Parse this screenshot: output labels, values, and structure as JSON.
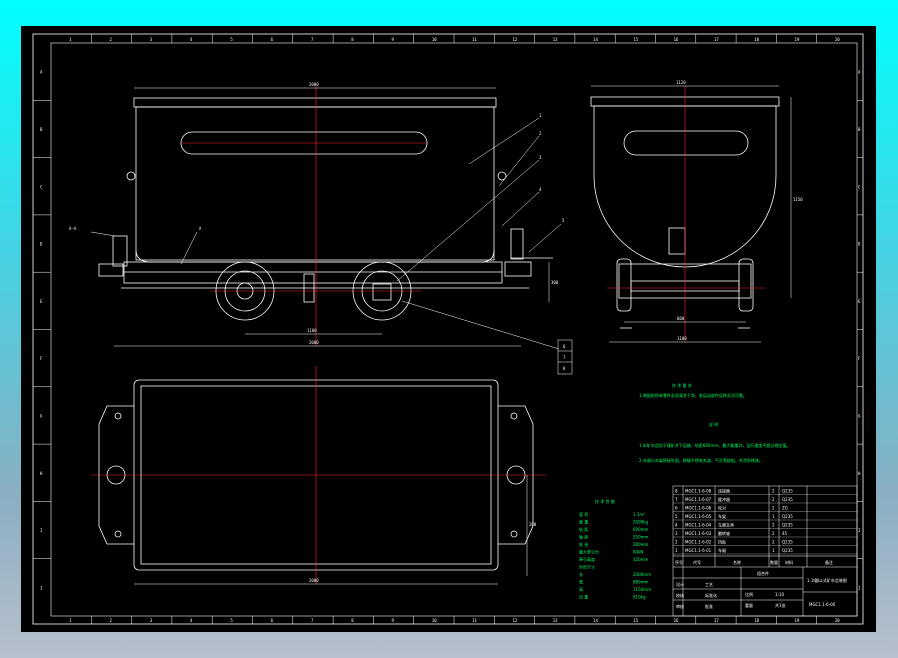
{
  "colors": {
    "background": "#000000",
    "outline": "#ffffff",
    "center_line": "#ff2020",
    "dimension": "#ffffff",
    "note_text": "#00ff66",
    "leader": "#ffffff"
  },
  "frame": {
    "top_zones": [
      "1",
      "2",
      "3",
      "4",
      "5",
      "6",
      "7",
      "8",
      "9",
      "10",
      "11",
      "12",
      "13",
      "14",
      "15",
      "16",
      "17",
      "18",
      "19",
      "20"
    ],
    "side_zones": [
      "A",
      "B",
      "C",
      "D",
      "E",
      "F",
      "G",
      "H",
      "I",
      "J"
    ]
  },
  "dimensions": {
    "side_length": "2000",
    "wheel_base": "1100",
    "bottom_length": "2000",
    "axle_height": "300",
    "end_width": "1120",
    "end_height": "1150",
    "gauge": "600",
    "track_span": "1100",
    "plan_length": "2000",
    "bay": "200"
  },
  "callouts": {
    "side_view": [
      "1",
      "2",
      "3",
      "4",
      "5"
    ],
    "left": [
      "A-A",
      "A"
    ],
    "lower": [
      "6",
      "7",
      "8"
    ]
  },
  "notes": {
    "requirements_title": "技 术 要 求",
    "requirement_line": "1.装配前所有零件必须清洗干净，各运动部件运转灵活可靠。",
    "description_title": "说  明",
    "description_lines": [
      "1.本矿车适用于煤矿井下运输，轨距600mm，最大载重2t，运行速度不超过规定值。",
      "2.车厢与车架焊接牢固，焊缝不得有夹渣、气孔等缺陷，并涂防锈漆。"
    ]
  },
  "spec_table": {
    "title": "技 术 性 能",
    "rows": [
      {
        "label": "容  积",
        "value": "1.1m³"
      },
      {
        "label": "载  重",
        "value": "2000kg"
      },
      {
        "label": "轨  距",
        "value": "600mm"
      },
      {
        "label": "轴  距",
        "value": "550mm"
      },
      {
        "label": "轮  径",
        "value": "300mm"
      },
      {
        "label": "最大牵引力",
        "value": "60kN"
      },
      {
        "label": "牵引高度",
        "value": "320mm"
      },
      {
        "label": "外形尺寸",
        "value": ""
      },
      {
        "label": "长",
        "value": "2000mm"
      },
      {
        "label": "宽",
        "value": "880mm"
      },
      {
        "label": "高",
        "value": "1150mm"
      },
      {
        "label": "自  重",
        "value": "610kg"
      }
    ]
  },
  "bom": {
    "rows": [
      {
        "no": "8",
        "code": "MGC1.1-6-08",
        "name": "连接器",
        "qty": "2",
        "material": "Q235",
        "note": ""
      },
      {
        "no": "7",
        "code": "MGC1.1-6-07",
        "name": "缓冲器",
        "qty": "2",
        "material": "Q235",
        "note": ""
      },
      {
        "no": "6",
        "code": "MGC1.1-6-06",
        "name": "轮对",
        "qty": "2",
        "material": "ZG",
        "note": ""
      },
      {
        "no": "5",
        "code": "MGC1.1-6-05",
        "name": "车架",
        "qty": "1",
        "material": "Q235",
        "note": ""
      },
      {
        "no": "4",
        "code": "MGC1.1-6-04",
        "name": "车厢支承",
        "qty": "2",
        "material": "Q235",
        "note": ""
      },
      {
        "no": "3",
        "code": "MGC1.1-6-03",
        "name": "翻转轴",
        "qty": "2",
        "material": "45",
        "note": ""
      },
      {
        "no": "2",
        "code": "MGC1.1-6-02",
        "name": "挡板",
        "qty": "2",
        "material": "Q235",
        "note": ""
      },
      {
        "no": "1",
        "code": "MGC1.1-6-01",
        "name": "车厢",
        "qty": "1",
        "material": "Q235",
        "note": ""
      }
    ],
    "header": {
      "no": "序号",
      "code": "代号",
      "name": "名称",
      "qty": "数量",
      "material": "材料",
      "note": "备注"
    }
  },
  "title_block": {
    "drawing_title": "1.1t翻斗式矿车总装图",
    "drawing_number": "MGC1.1-6-00",
    "scale": "1:10",
    "sheet": "共1张",
    "material": "组合件",
    "labels": [
      "设计",
      "校核",
      "审核",
      "工艺",
      "标准化",
      "批准",
      "日期",
      "比例",
      "重量"
    ]
  }
}
